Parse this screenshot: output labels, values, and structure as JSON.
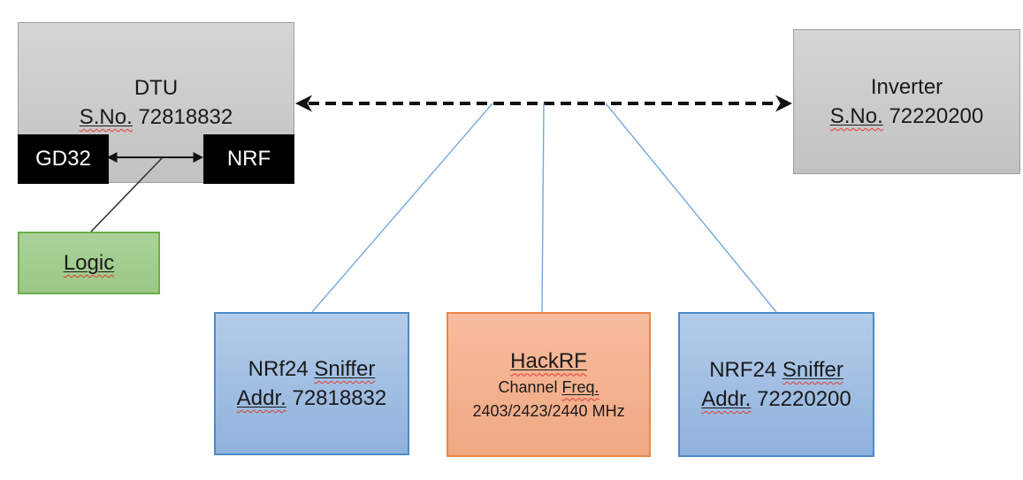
{
  "colors": {
    "gray_fill": "#CCCCCC",
    "gray_border": "#9E9E9E",
    "chip_black": "#000000",
    "chip_text": "#FFFFFF",
    "blue_fill": "#9FBFE4",
    "blue_border": "#4E8AC8",
    "orange_fill": "#F4B18C",
    "orange_border": "#EC8547",
    "green_fill": "#A6CF92",
    "green_border": "#6FAE4B",
    "connector_blue": "#74A9DC",
    "connector_black": "#111111",
    "spellcheck_red": "#E03C31"
  },
  "dtu": {
    "title": "DTU",
    "serial_label": "S.No.",
    "serial_value": " 72818832",
    "gd32_label": "GD32",
    "nrf_label": "NRF"
  },
  "logic": {
    "label": "Logic"
  },
  "inverter": {
    "title": "Inverter",
    "serial_label": "S.No.",
    "serial_value": " 72220200"
  },
  "sniffer_left": {
    "name_prefix": "NRf24 ",
    "name_word": "Sniffer",
    "addr_label": "Addr.",
    "addr_value": " 72818832"
  },
  "hackrf": {
    "title": "HackRF",
    "channel_prefix": "Channel ",
    "channel_word": "Freq.",
    "frequencies": "2403/2423/2440 MHz"
  },
  "sniffer_right": {
    "name_prefix": "NRF24 ",
    "name_word": "Sniffer",
    "addr_label": "Addr.",
    "addr_value": " 72220200"
  }
}
